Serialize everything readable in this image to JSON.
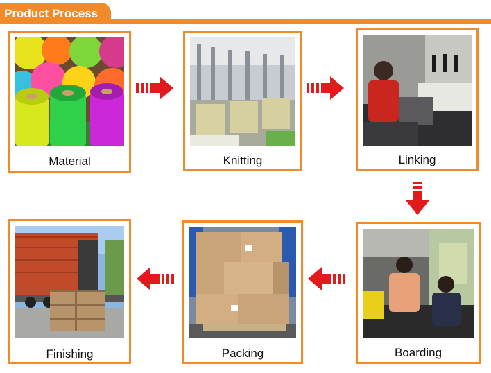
{
  "header": {
    "title": "Product Process"
  },
  "colors": {
    "accent": "#f28a2a",
    "arrow": "#e11b1b"
  },
  "steps": [
    {
      "label": "Material"
    },
    {
      "label": "Knitting"
    },
    {
      "label": "Linking"
    },
    {
      "label": "Boarding"
    },
    {
      "label": "Packing"
    },
    {
      "label": "Finishing"
    }
  ]
}
